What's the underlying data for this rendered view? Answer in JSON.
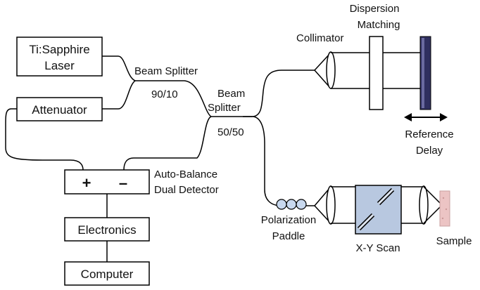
{
  "boxes": {
    "laser": [
      "Ti:Sapphire",
      "Laser"
    ],
    "attenuator": "Attenuator",
    "detector_plus": "+",
    "detector_minus": "–",
    "electronics": "Electronics",
    "computer": "Computer"
  },
  "labels": {
    "beam_splitter_1": "Beam Splitter",
    "ratio_1": "90/10",
    "beam_splitter_2": [
      "Beam",
      "Splitter"
    ],
    "ratio_2": "50/50",
    "detector": [
      "Auto-Balance",
      "Dual Detector"
    ],
    "dispersion": [
      "Dispersion",
      "Matching"
    ],
    "collimator": "Collimator",
    "reference_delay": [
      "Reference",
      "Delay"
    ],
    "polarization": [
      "Polarization",
      "Paddle"
    ],
    "xy_scan": "X-Y Scan",
    "sample": "Sample"
  },
  "colors": {
    "line": "#000000",
    "mirror_fill": "#2f2f5f",
    "scan_fill": "#b8c8e0",
    "paddle_fill": "#c8d8ee",
    "sample_fill": "#ecc4c4"
  }
}
